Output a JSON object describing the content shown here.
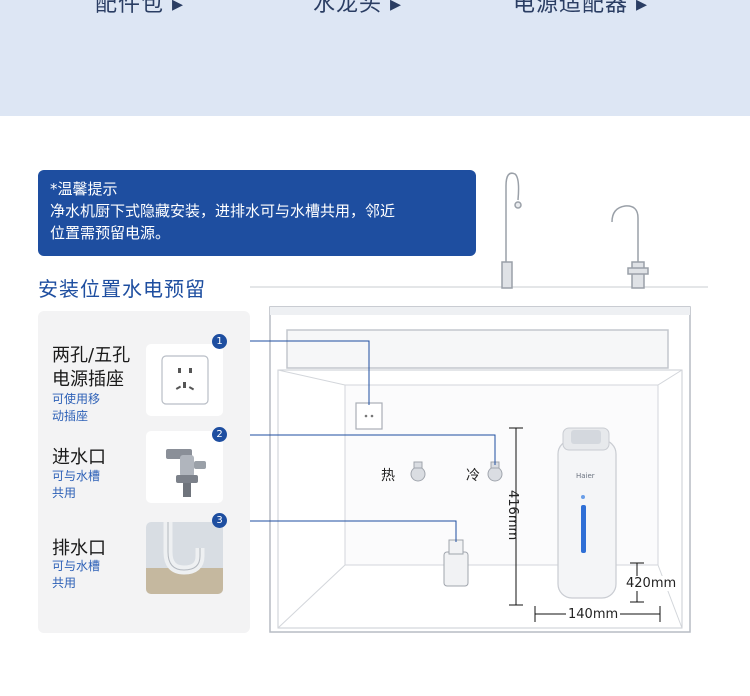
{
  "top_labels": [
    "配件包 ▸",
    "水龙头 ▸",
    "电源适配器 ▸"
  ],
  "tip": {
    "line1": "*温馨提示",
    "line2": "净水机厨下式隐藏安装，进排水可与水槽共用，邻近",
    "line3": "位置需预留电源。"
  },
  "section_title": "安装位置水电预留",
  "items": [
    {
      "number": "1",
      "title_line1": "两孔/五孔",
      "title_line2": "电源插座",
      "sub_line1": "可使用移",
      "sub_line2": "动插座"
    },
    {
      "number": "2",
      "title_line1": "进水口",
      "sub_line1": "可与水槽",
      "sub_line2": "共用"
    },
    {
      "number": "3",
      "title_line1": "排水口",
      "sub_line1": "可与水槽",
      "sub_line2": "共用"
    }
  ],
  "diagram": {
    "hot_label": "热",
    "cold_label": "冷",
    "brand": "Haier",
    "dim_height": "416mm",
    "dim_depth": "420mm",
    "dim_width": "140mm"
  },
  "colors": {
    "accent": "#1e4ea0",
    "band": "#dde6f4",
    "panel": "#f3f3f4"
  }
}
